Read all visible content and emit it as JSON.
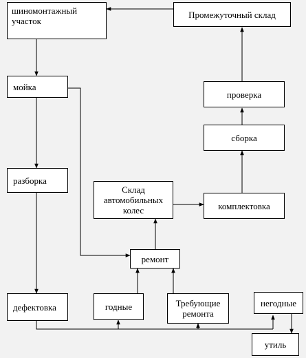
{
  "nodes": {
    "tire_shop": "шиномонтажный участок",
    "intermediate_warehouse": "Промежуточный склад",
    "washing": "мойка",
    "inspection": "проверка",
    "assembly": "сборка",
    "disassembly": "разборка",
    "wheel_warehouse": "Склад автомобильных колес",
    "kitting": "комплектовка",
    "repair": "ремонт",
    "defect_detection": "дефектовка",
    "suitable": "годные",
    "needs_repair": "Требующие ремонта",
    "unsuitable": "негодные",
    "scrap": "утиль"
  }
}
